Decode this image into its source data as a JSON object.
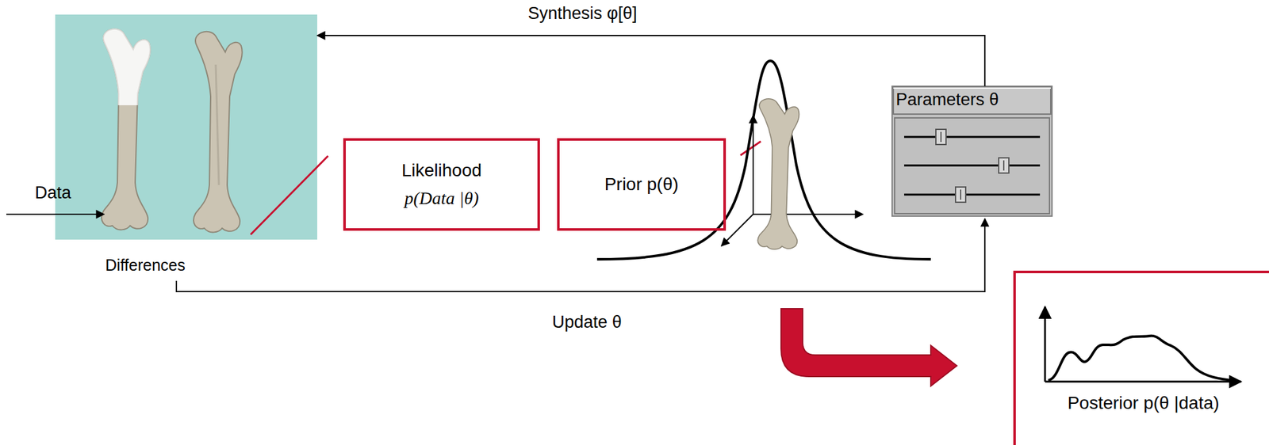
{
  "diagram": {
    "nodes": [
      {
        "text": [
          "Differences"
        ]
      },
      {
        "text": [
          "Likelihood",
          "p(Data |θ)"
        ]
      },
      {
        "text": [
          "Prior p(θ)"
        ]
      },
      {
        "text": [
          "Parameters θ"
        ]
      },
      {
        "text": [
          "Posterior p(θ |data)"
        ]
      }
    ],
    "edges": [
      {
        "from": 3,
        "to": 0,
        "label": "Synthesis φ[θ]",
        "arrow": "to"
      },
      {
        "from": 0,
        "to": 3,
        "label": "Update θ",
        "arrow": "to"
      }
    ],
    "labels": [
      "Data"
    ]
  }
}
